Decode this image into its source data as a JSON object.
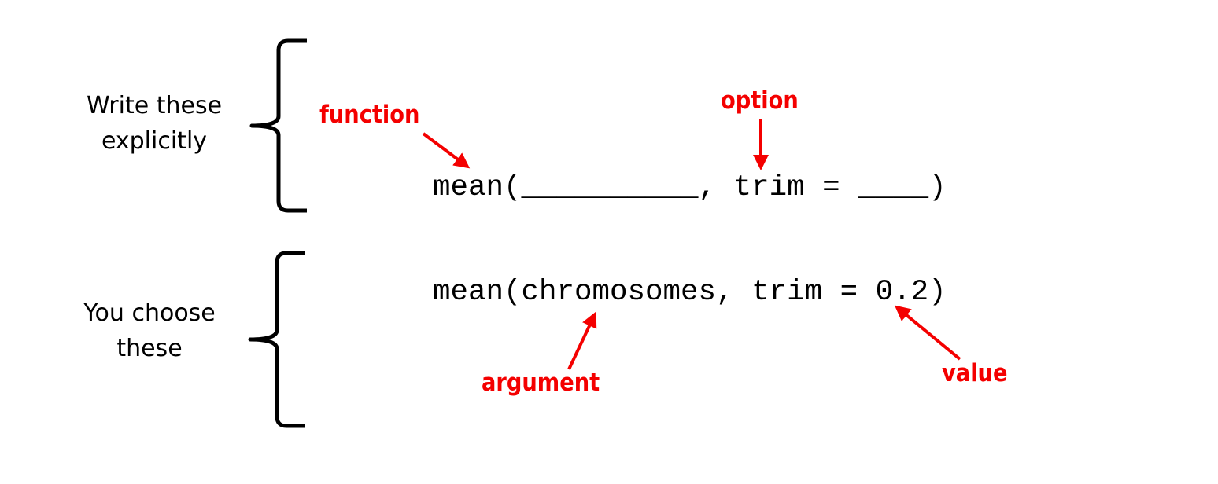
{
  "colors": {
    "annotation": "#f40000",
    "text": "#000000",
    "background": "#ffffff"
  },
  "groups": {
    "explicit": {
      "line1": "Write these",
      "line2": "explicitly"
    },
    "choose": {
      "line1": "You choose",
      "line2": "these"
    }
  },
  "code": {
    "template": "mean(__________, trim = ____)",
    "example": "mean(chromosomes, trim = 0.2)"
  },
  "annotations": {
    "function": "function",
    "option": "option",
    "argument": "argument",
    "value": "value"
  }
}
